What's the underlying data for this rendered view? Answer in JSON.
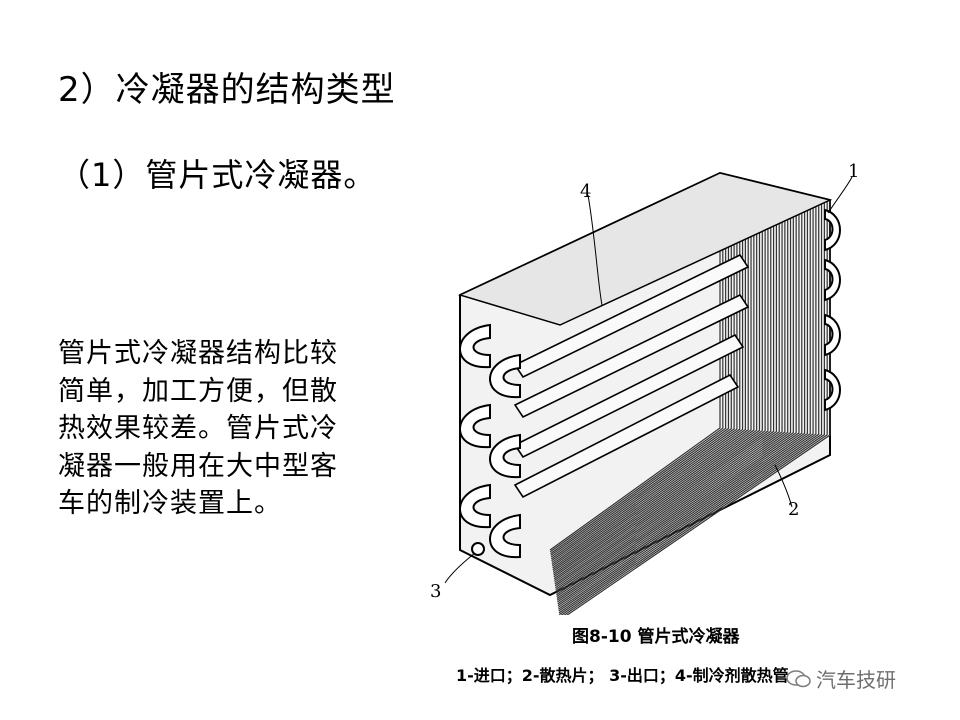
{
  "heading": "2）冷凝器的结构类型",
  "subheading": "（1）管片式冷凝器。",
  "paragraph_lines": [
    "管片式冷凝器结构比较",
    "简单，加工方便，但散",
    "热效果较差。管片式冷",
    "凝器一般用在大中型客",
    "车的制冷装置上。"
  ],
  "figure": {
    "caption": "图8-10 管片式冷凝器",
    "legend": "1-进口；2-散热片； 3-出口；4-制冷剂散热管",
    "callouts": [
      "1",
      "2",
      "3",
      "4"
    ]
  },
  "watermark": {
    "text": "汽车技研",
    "icon": "wechat-logo-icon"
  }
}
